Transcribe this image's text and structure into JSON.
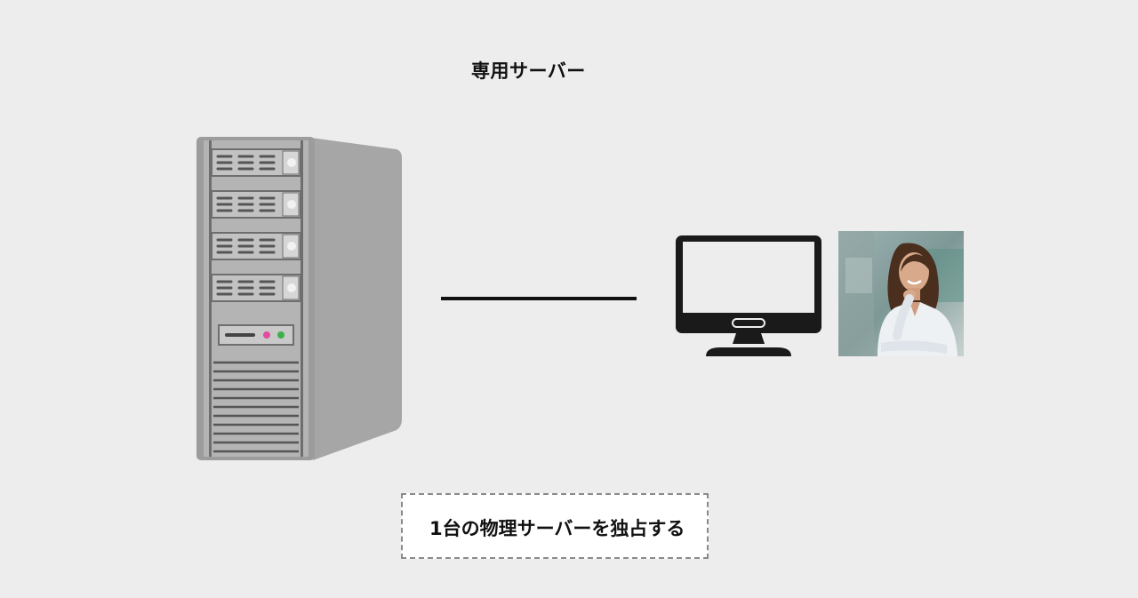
{
  "diagram": {
    "title": "専用サーバー",
    "note": "1台の物理サーバーを独占する"
  },
  "icons": {
    "server": "tower-server-icon",
    "client": "monitor-icon",
    "user": "person-photo"
  },
  "colors": {
    "background": "#ededed",
    "line": "#111111",
    "server_body": "#a6a6a6",
    "monitor": "#1a1a1a",
    "note_border": "#8a8a8a"
  }
}
